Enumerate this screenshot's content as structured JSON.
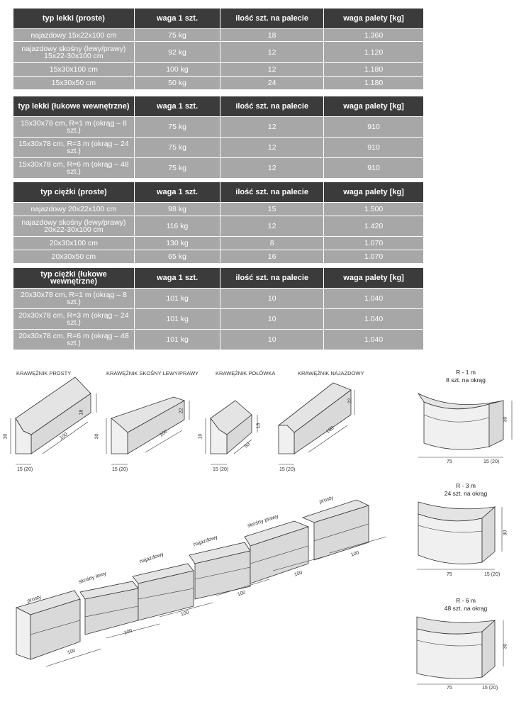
{
  "tables": [
    {
      "headers": [
        "typ lekki (proste)",
        "waga 1 szt.",
        "ilość szt. na palecie",
        "waga palety [kg]"
      ],
      "rows": [
        [
          "najazdowy 15x22x100 cm",
          "75 kg",
          "18",
          "1.360"
        ],
        [
          "najazdowy skośny (lewy/prawy) 15x22-30x100 cm",
          "92 kg",
          "12",
          "1.120"
        ],
        [
          "15x30x100 cm",
          "100 kg",
          "12",
          "1.180"
        ],
        [
          "15x30x50 cm",
          "50 kg",
          "24",
          "1.180"
        ]
      ]
    },
    {
      "headers": [
        "typ lekki (łukowe wewnętrzne)",
        "waga 1 szt.",
        "ilość szt. na palecie",
        "waga palety [kg]"
      ],
      "rows": [
        [
          "15x30x78 cm, R=1 m (okrąg – 8 szt.)",
          "75 kg",
          "12",
          "910"
        ],
        [
          "15x30x78 cm, R=3 m (okrąg – 24 szt.)",
          "75 kg",
          "12",
          "910"
        ],
        [
          "15x30x78 cm, R=6 m (okrąg – 48 szt.)",
          "75 kg",
          "12",
          "910"
        ]
      ]
    },
    {
      "headers": [
        "typ ciężki (proste)",
        "waga 1 szt.",
        "ilość szt. na palecie",
        "waga palety [kg]"
      ],
      "rows": [
        [
          "najazdowy 20x22x100 cm",
          "98 kg",
          "15",
          "1.500"
        ],
        [
          "najazdowy skośny (lewy/prawy) 20x22-30x100 cm",
          "116 kg",
          "12",
          "1.420"
        ],
        [
          "20x30x100 cm",
          "130 kg",
          "8",
          "1.070"
        ],
        [
          "20x30x50 cm",
          "65 kg",
          "16",
          "1.070"
        ]
      ]
    },
    {
      "headers": [
        "typ ciężki (łukowe wewnętrzne)",
        "waga 1 szt.",
        "ilość szt. na palecie",
        "waga palety [kg]"
      ],
      "rows": [
        [
          "20x30x78 cm, R=1 m (okrąg – 8 szt.)",
          "101 kg",
          "10",
          "1.040"
        ],
        [
          "20x30x78 cm, R=3 m (okrąg – 24 szt.)",
          "101 kg",
          "10",
          "1.040"
        ],
        [
          "20x30x78 cm, R=6 m (okrąg – 48 szt.)",
          "101 kg",
          "10",
          "1.040"
        ]
      ]
    }
  ],
  "drawings": {
    "titles": [
      "KRAWĘŻNIK PROSTY",
      "KRAWĘŻNIK SKOŚNY LEWY/PRAWY",
      "KRAWĘŻNIK POŁÓWKA",
      "KRAWĘŻNIK NAJAZDOWY"
    ],
    "dims": {
      "d30": "30",
      "d18": "18",
      "d100": "100",
      "d1520": "15 (20)",
      "d22": "22",
      "d10": "10",
      "d50": "50",
      "d75": "75"
    },
    "arcs": [
      {
        "r": "R - 1 m",
        "count": "8 szt. na okrąg"
      },
      {
        "r": "R - 3 m",
        "count": "24 szt. na okrąg"
      },
      {
        "r": "R - 6 m",
        "count": "48 szt. na okrąg"
      }
    ],
    "assembly": [
      "prosty",
      "skośny lewy",
      "najazdowy",
      "najazdowy",
      "skośny prawy",
      "prosty"
    ]
  }
}
